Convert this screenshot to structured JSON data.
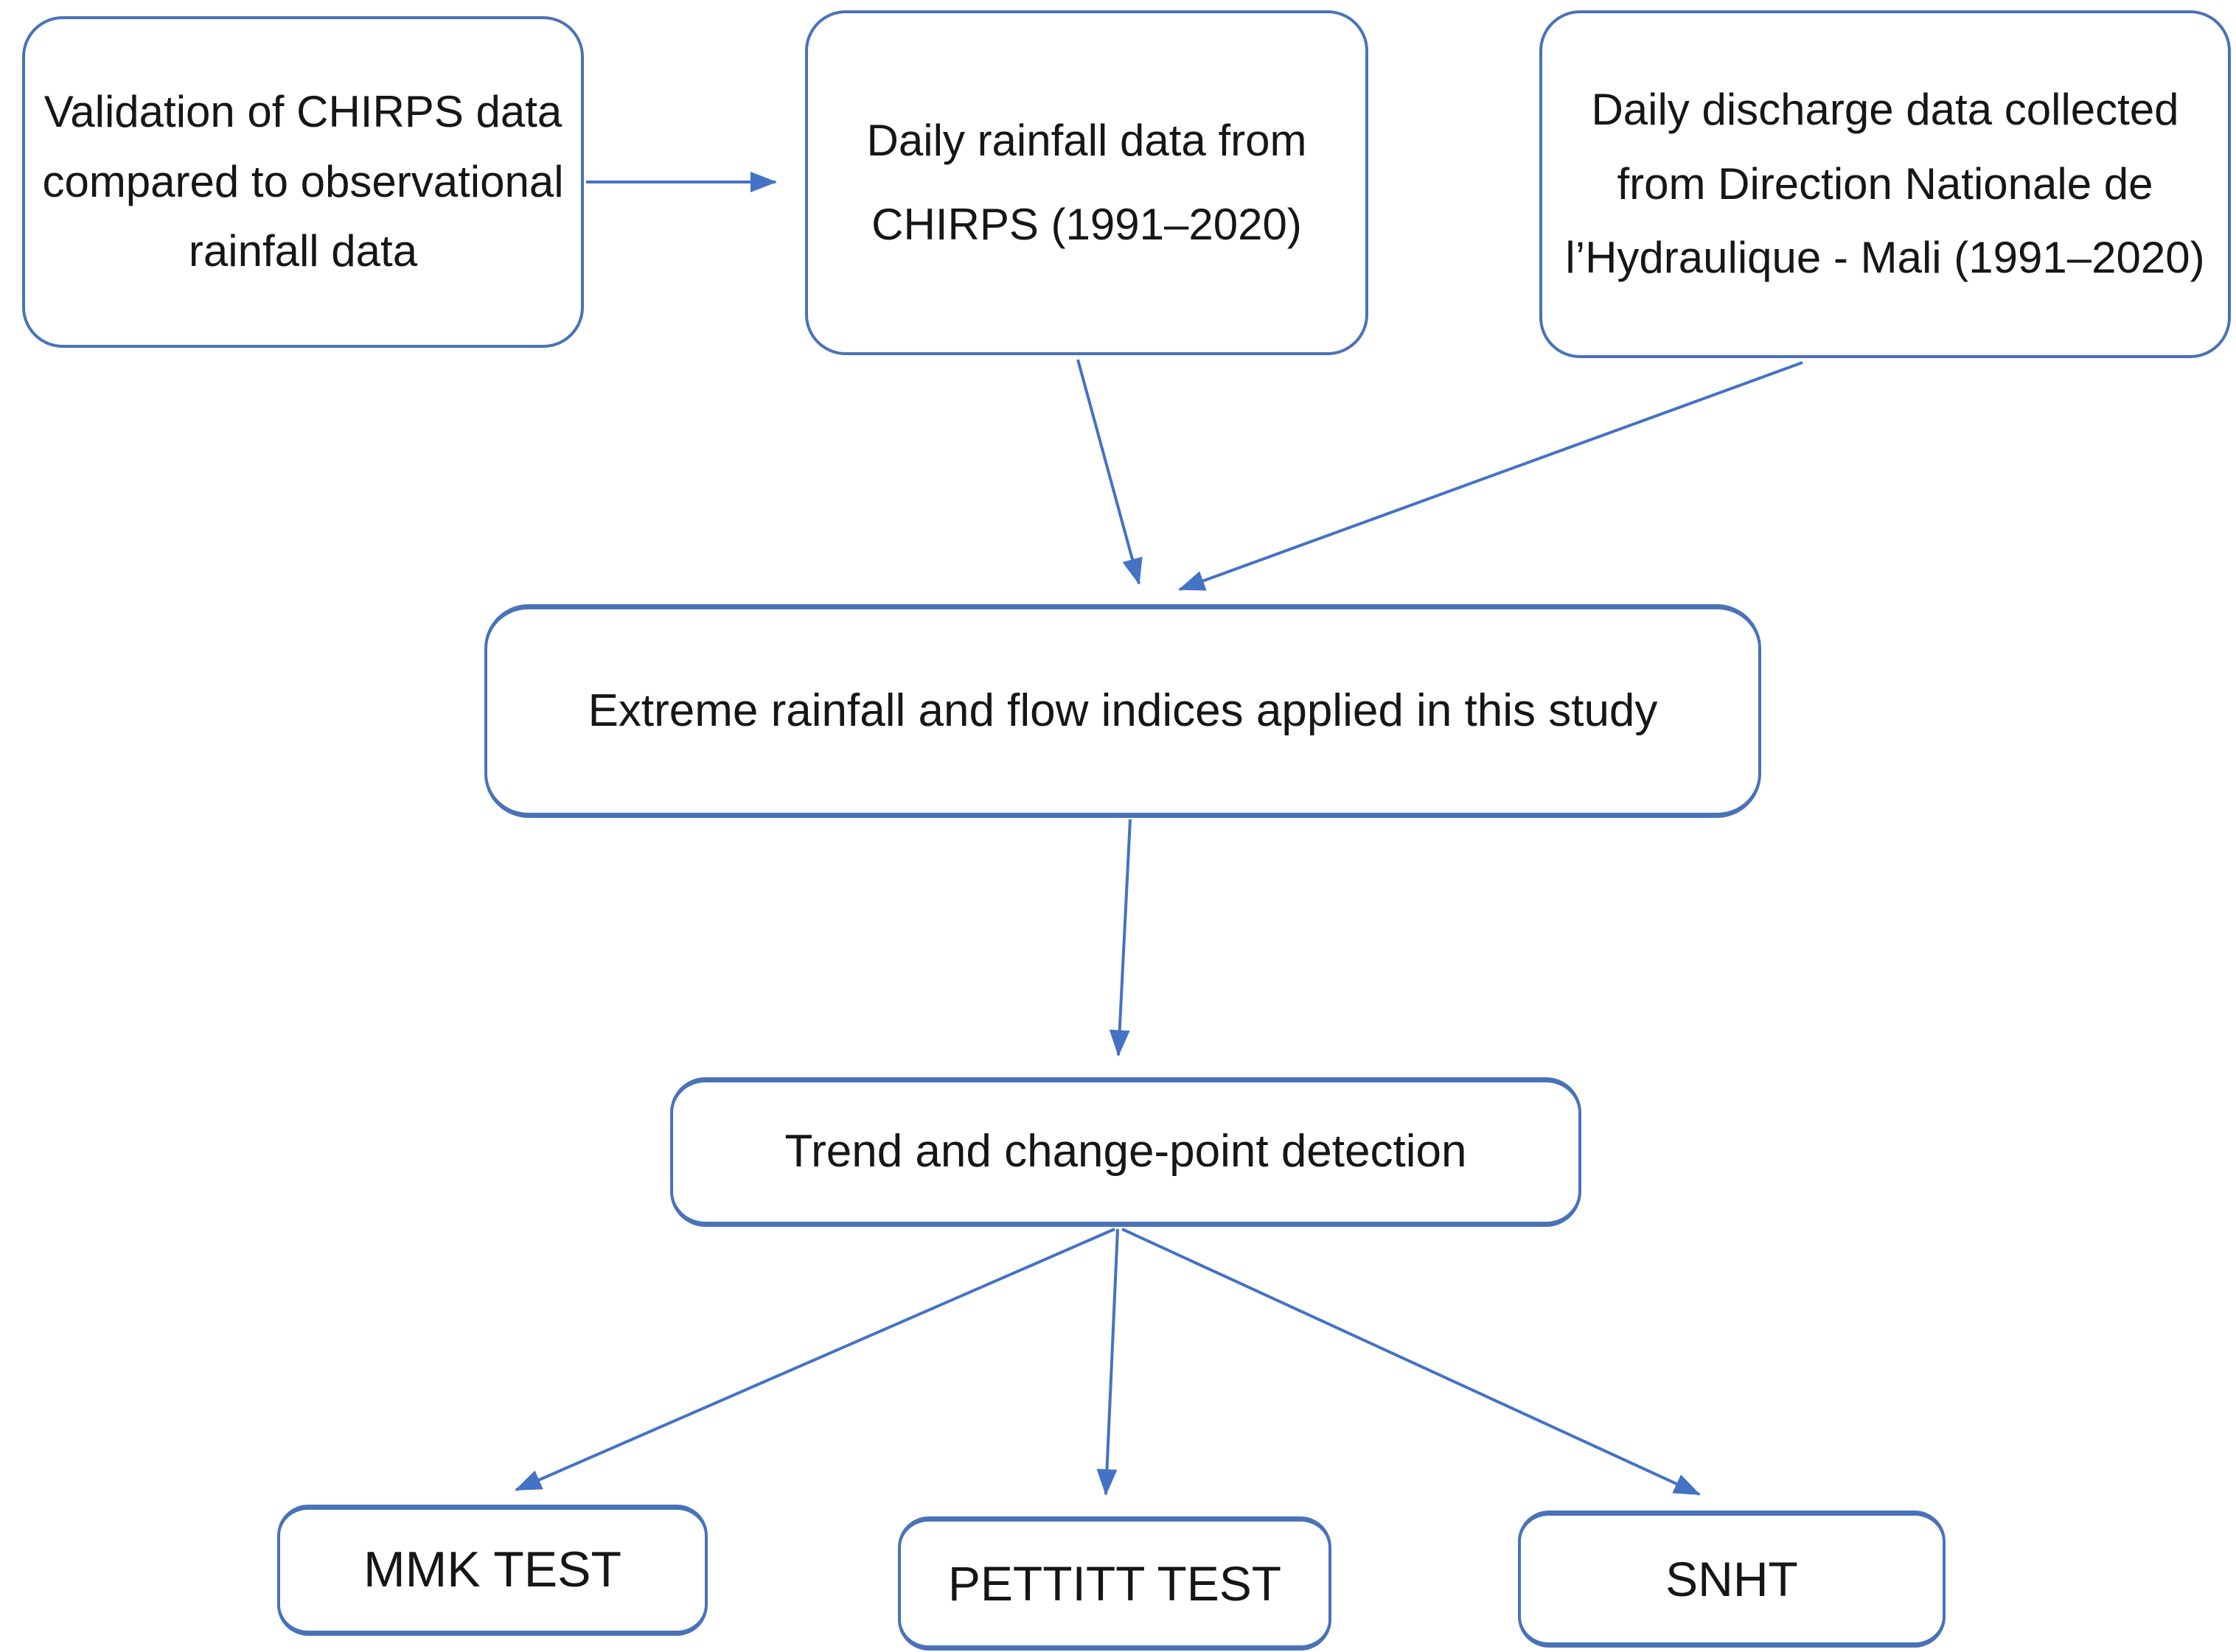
{
  "diagram": {
    "type": "flowchart",
    "background_color": "#ffffff",
    "box_border_color": "#4a72b8",
    "arrow_color": "#4472c4",
    "text_color": "#161616",
    "nodes": {
      "validation": {
        "text": "Validation of CHIRPS data compared to observational rainfall data"
      },
      "chirps_rainfall": {
        "text": "Daily rainfall data from CHIRPS (1991–2020)"
      },
      "discharge": {
        "text": "Daily discharge data collected from Direction Nationale de l’Hydraulique - Mali (1991–2020)"
      },
      "indices": {
        "text": "Extreme rainfall and flow indices applied in this study"
      },
      "trend": {
        "text": "Trend and change-point detection"
      },
      "mmk": {
        "text": "MMK TEST"
      },
      "pettitt": {
        "text": "PETTITT TEST"
      },
      "snht": {
        "text": "SNHT"
      }
    },
    "edges": [
      {
        "from": "validation",
        "to": "chirps_rainfall"
      },
      {
        "from": "chirps_rainfall",
        "to": "indices"
      },
      {
        "from": "discharge",
        "to": "indices"
      },
      {
        "from": "indices",
        "to": "trend"
      },
      {
        "from": "trend",
        "to": "mmk"
      },
      {
        "from": "trend",
        "to": "pettitt"
      },
      {
        "from": "trend",
        "to": "snht"
      }
    ]
  }
}
